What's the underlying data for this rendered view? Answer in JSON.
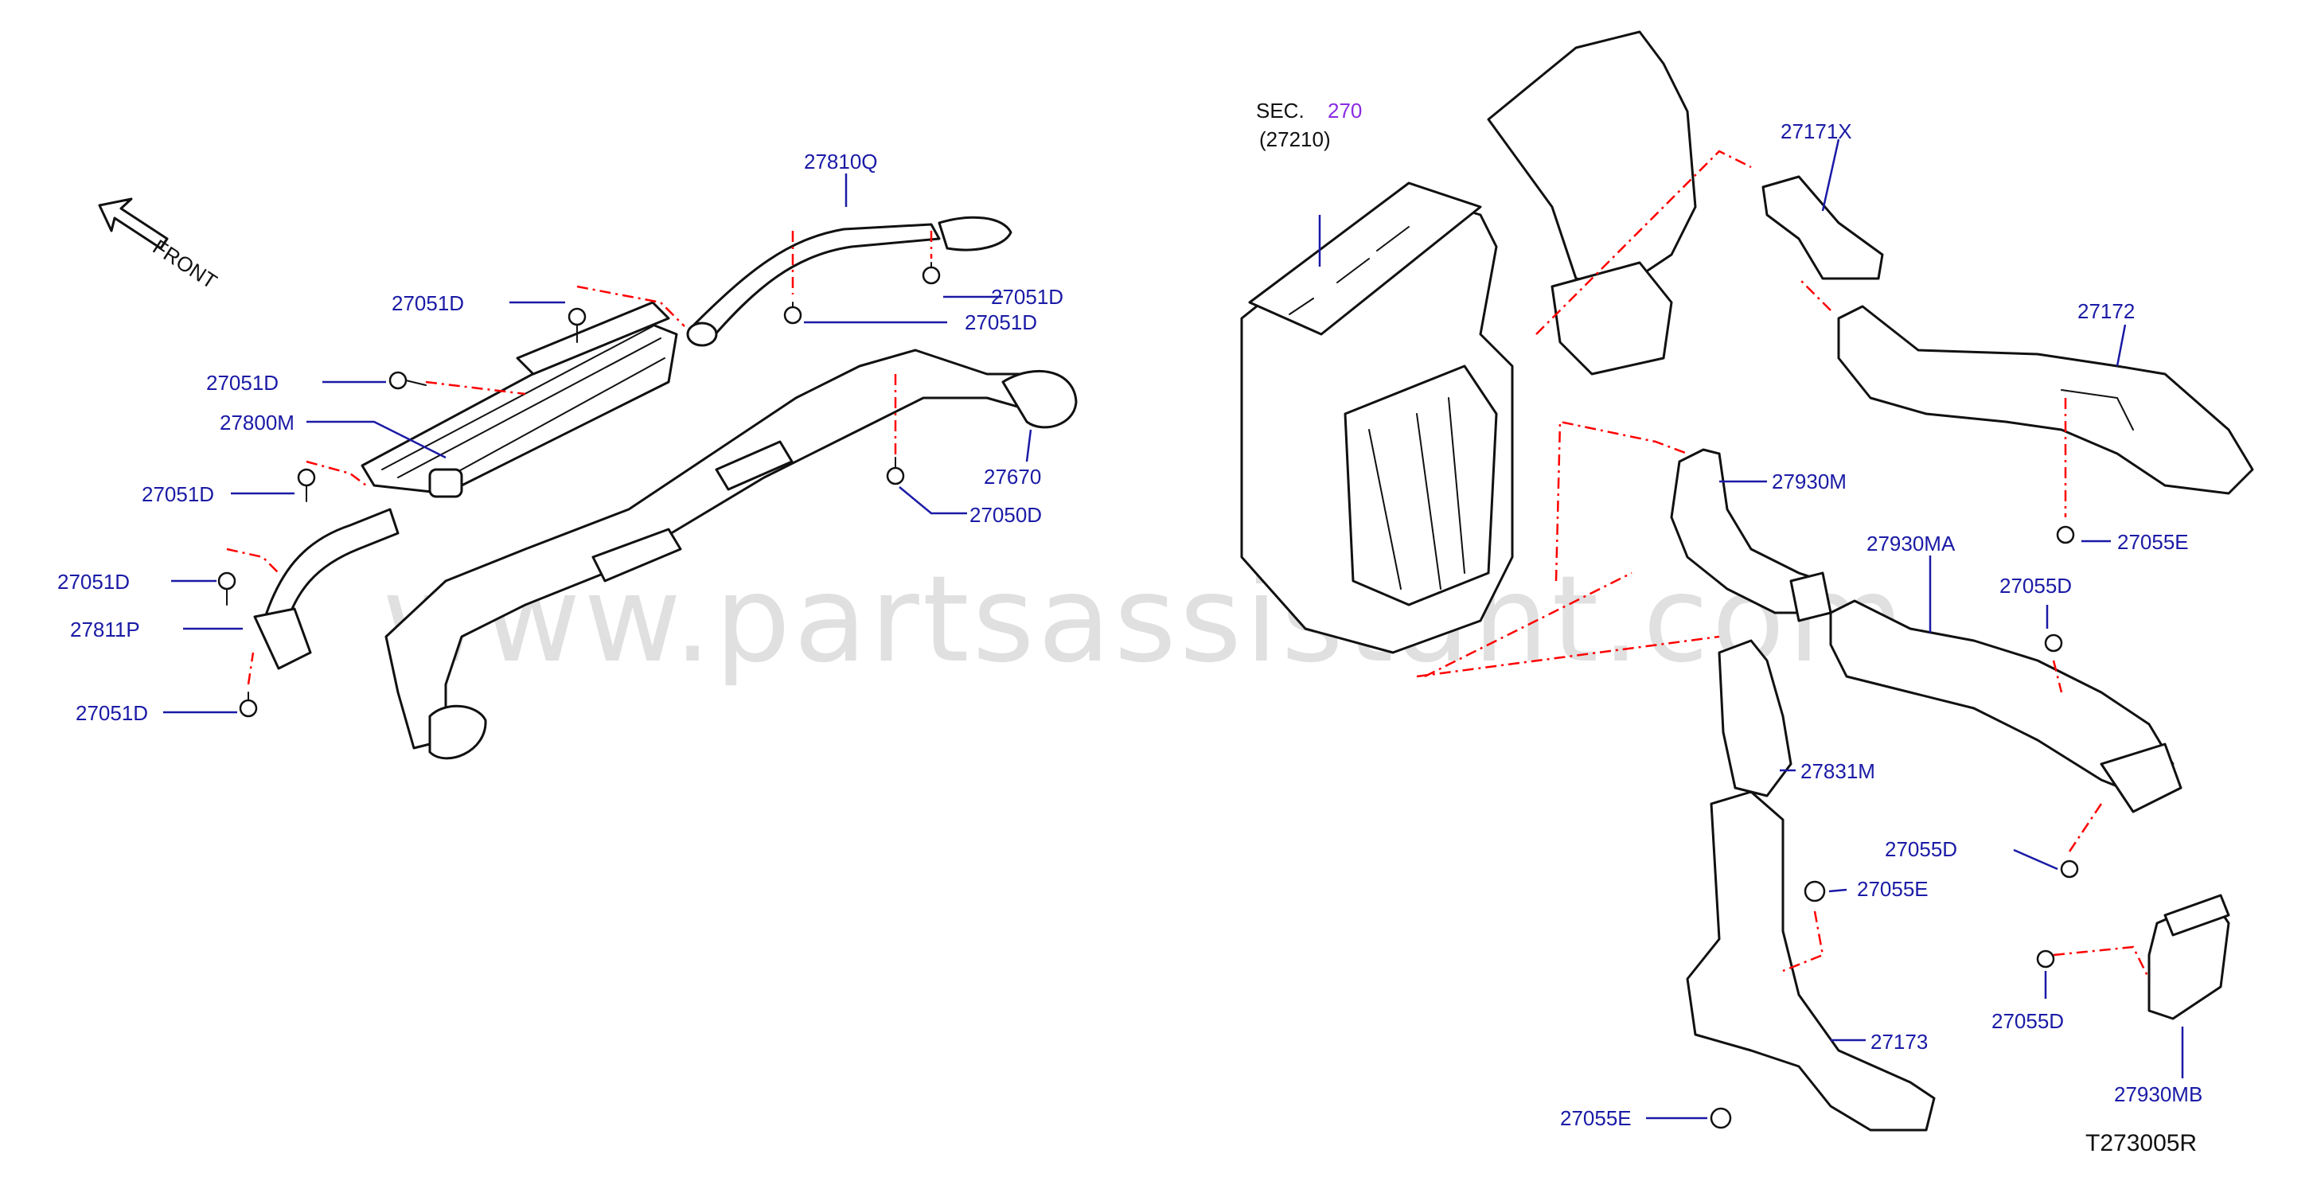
{
  "watermark": "www.partsassistant.com",
  "front_indicator": "FRONT",
  "section_ref": {
    "prefix": "SEC.",
    "number": "270",
    "sub": "(27210)"
  },
  "drawing_id": "T273005R",
  "colors": {
    "label": "#1a1aa6",
    "reference_line": "#ff0000",
    "section_number": "#8a2be2",
    "watermark": "#c8c8c8"
  },
  "labels": {
    "p27810Q": "27810Q",
    "p27051D_a": "27051D",
    "p27051D_b": "27051D",
    "p27051D_c": "27051D",
    "p27051D_d": "27051D",
    "p27051D_e": "27051D",
    "p27051D_f": "27051D",
    "p27051D_g": "27051D",
    "p27800M": "27800M",
    "p27811P": "27811P",
    "p27670": "27670",
    "p27050D": "27050D",
    "p27171X": "27171X",
    "p27172": "27172",
    "p27930M": "27930M",
    "p27055E_a": "27055E",
    "p27930MA": "27930MA",
    "p27055D_a": "27055D",
    "p27831M": "27831M",
    "p27055D_b": "27055D",
    "p27055E_b": "27055E",
    "p27055D_c": "27055D",
    "p27173": "27173",
    "p27930MB": "27930MB",
    "p27055E_c": "27055E"
  }
}
